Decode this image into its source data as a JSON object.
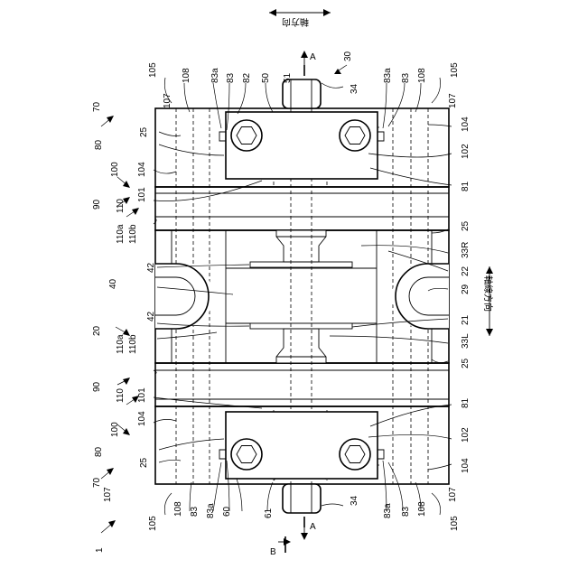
{
  "directions": {
    "top_axis": "軸方向",
    "right_axis": "軸線方向"
  },
  "section_marks": {
    "a_top": "A",
    "a_bottom": "A",
    "b": "B"
  },
  "labels": {
    "figure_1": "1",
    "u30": "30",
    "u34_top": "34",
    "u34_bottom": "34",
    "u105_tl": "105",
    "u105_tr": "105",
    "u105_bl": "105",
    "u105_br": "105",
    "u108_tl": "108",
    "u83a_tl": "83a",
    "u83_tl": "83",
    "u82": "82",
    "u50": "50",
    "u51": "51",
    "u83a_tr": "83a",
    "u83_tr": "83",
    "u108_tr": "108",
    "u107_tl": "107",
    "u107_tr": "107",
    "u107_bl": "107",
    "u107_br": "107",
    "u70_top": "70",
    "u70_bottom": "70",
    "u25_tl": "25",
    "u25_bl": "25",
    "u25_r1": "25",
    "u25_r2": "25",
    "u80_top": "80",
    "u80_bottom": "80",
    "u100_top": "100",
    "u100_bottom": "100",
    "u104_tl": "104",
    "u104_tr": "104",
    "u104_bl": "104",
    "u104_br": "104",
    "u102_top": "102",
    "u102_bottom": "102",
    "u81_top": "81",
    "u81_bottom": "81",
    "u90_top": "90",
    "u90_bottom": "90",
    "u110_top": "110",
    "u110_bottom": "110",
    "u101_top": "101",
    "u101_bottom": "101",
    "u110a_top": "110a",
    "u110b_top": "110b",
    "u110a_bottom": "110a",
    "u110b_bottom": "110b",
    "u33R": "33R",
    "u22": "22",
    "u29": "29",
    "u21": "21",
    "u33L": "33L",
    "u42_top": "42",
    "u42_bottom": "42",
    "u40": "40",
    "u20": "20",
    "u83_bl": "83",
    "u83a_bl": "83a",
    "u60": "60",
    "u61": "61",
    "u108_bl": "108",
    "u83a_br": "83a",
    "u83_br": "83",
    "u108_br": "108"
  }
}
